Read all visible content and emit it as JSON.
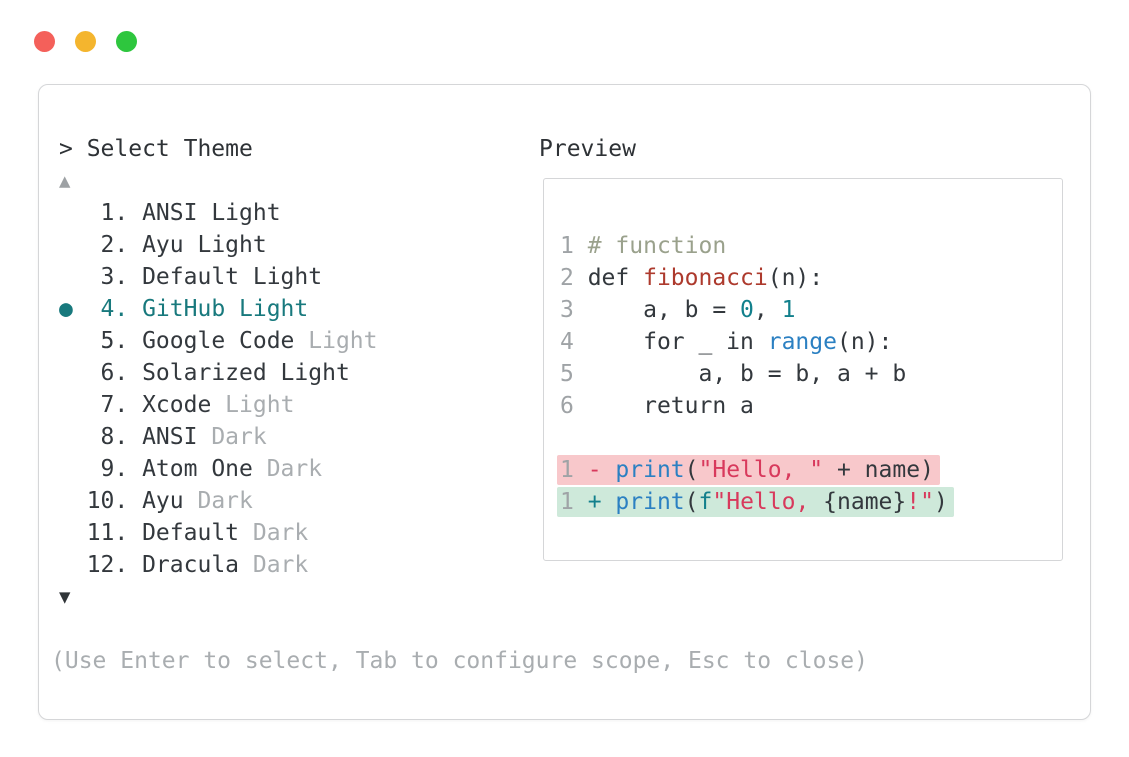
{
  "window": {
    "controls": [
      {
        "name": "close",
        "color": "#f4605a"
      },
      {
        "name": "minimize",
        "color": "#f4b52e"
      },
      {
        "name": "zoom",
        "color": "#2ec63e"
      }
    ]
  },
  "colors": {
    "accent_teal": "#18797d",
    "border_gray": "#d5d6d8",
    "dim_gray": "#a9adb0",
    "diff_removed_bg": "#f8c8cb",
    "diff_added_bg": "#cee9da",
    "syntax": {
      "plain": "#33383d",
      "comment": "#9aa18c",
      "function_def": "#ad3a2d",
      "number": "#12808c",
      "builtin": "#2b80c2",
      "string": "#d8395c",
      "line_number": "#9fa3a6"
    }
  },
  "dialog": {
    "prompt_marker": ">",
    "title": "Select Theme",
    "scroll_up_glyph": "▲",
    "scroll_down_glyph": "▼",
    "selected_marker": "●",
    "help_text": "(Use Enter to select, Tab to configure scope, Esc to close)",
    "themes": [
      {
        "number": "1.",
        "name": "ANSI Light",
        "suffix": "",
        "selected": false
      },
      {
        "number": "2.",
        "name": "Ayu Light",
        "suffix": "",
        "selected": false
      },
      {
        "number": "3.",
        "name": "Default Light",
        "suffix": "",
        "selected": false
      },
      {
        "number": "4.",
        "name": "GitHub Light",
        "suffix": "",
        "selected": true
      },
      {
        "number": "5.",
        "name": "Google Code",
        "suffix": "Light",
        "selected": false
      },
      {
        "number": "6.",
        "name": "Solarized Light",
        "suffix": "",
        "selected": false
      },
      {
        "number": "7.",
        "name": "Xcode",
        "suffix": "Light",
        "selected": false
      },
      {
        "number": "8.",
        "name": "ANSI",
        "suffix": "Dark",
        "selected": false
      },
      {
        "number": "9.",
        "name": "Atom One",
        "suffix": "Dark",
        "selected": false
      },
      {
        "number": "10.",
        "name": "Ayu",
        "suffix": "Dark",
        "selected": false
      },
      {
        "number": "11.",
        "name": "Default",
        "suffix": "Dark",
        "selected": false
      },
      {
        "number": "12.",
        "name": "Dracula",
        "suffix": "Dark",
        "selected": false
      }
    ]
  },
  "preview": {
    "label": "Preview",
    "code_lines": [
      {
        "num": "1",
        "diff": "",
        "tokens": [
          [
            "# function",
            "comment"
          ]
        ]
      },
      {
        "num": "2",
        "diff": "",
        "tokens": [
          [
            "def ",
            "plain"
          ],
          [
            "fibonacci",
            "defname"
          ],
          [
            "(n):",
            "plain"
          ]
        ]
      },
      {
        "num": "3",
        "diff": "",
        "tokens": [
          [
            "    a, b = ",
            "plain"
          ],
          [
            "0",
            "num"
          ],
          [
            ", ",
            "plain"
          ],
          [
            "1",
            "num"
          ]
        ]
      },
      {
        "num": "4",
        "diff": "",
        "tokens": [
          [
            "    for _ in ",
            "plain"
          ],
          [
            "range",
            "call"
          ],
          [
            "(n):",
            "plain"
          ]
        ]
      },
      {
        "num": "5",
        "diff": "",
        "tokens": [
          [
            "        a, b = b, a + b",
            "plain"
          ]
        ]
      },
      {
        "num": "6",
        "diff": "",
        "tokens": [
          [
            "    return a",
            "plain"
          ]
        ]
      },
      {
        "num": "",
        "diff": "",
        "tokens": []
      },
      {
        "num": "1",
        "diff": "removed",
        "tokens": [
          [
            "- ",
            "del"
          ],
          [
            "print",
            "call"
          ],
          [
            "(",
            "plain"
          ],
          [
            "\"Hello, \"",
            "str"
          ],
          [
            " + name)",
            "plain"
          ]
        ]
      },
      {
        "num": "1",
        "diff": "added",
        "tokens": [
          [
            "+ ",
            "ins"
          ],
          [
            "print",
            "call"
          ],
          [
            "(",
            "plain"
          ],
          [
            "f",
            "ins"
          ],
          [
            "\"Hello, ",
            "str"
          ],
          [
            "{name}",
            "plain"
          ],
          [
            "!\"",
            "str"
          ],
          [
            ")",
            "plain"
          ]
        ]
      }
    ]
  }
}
